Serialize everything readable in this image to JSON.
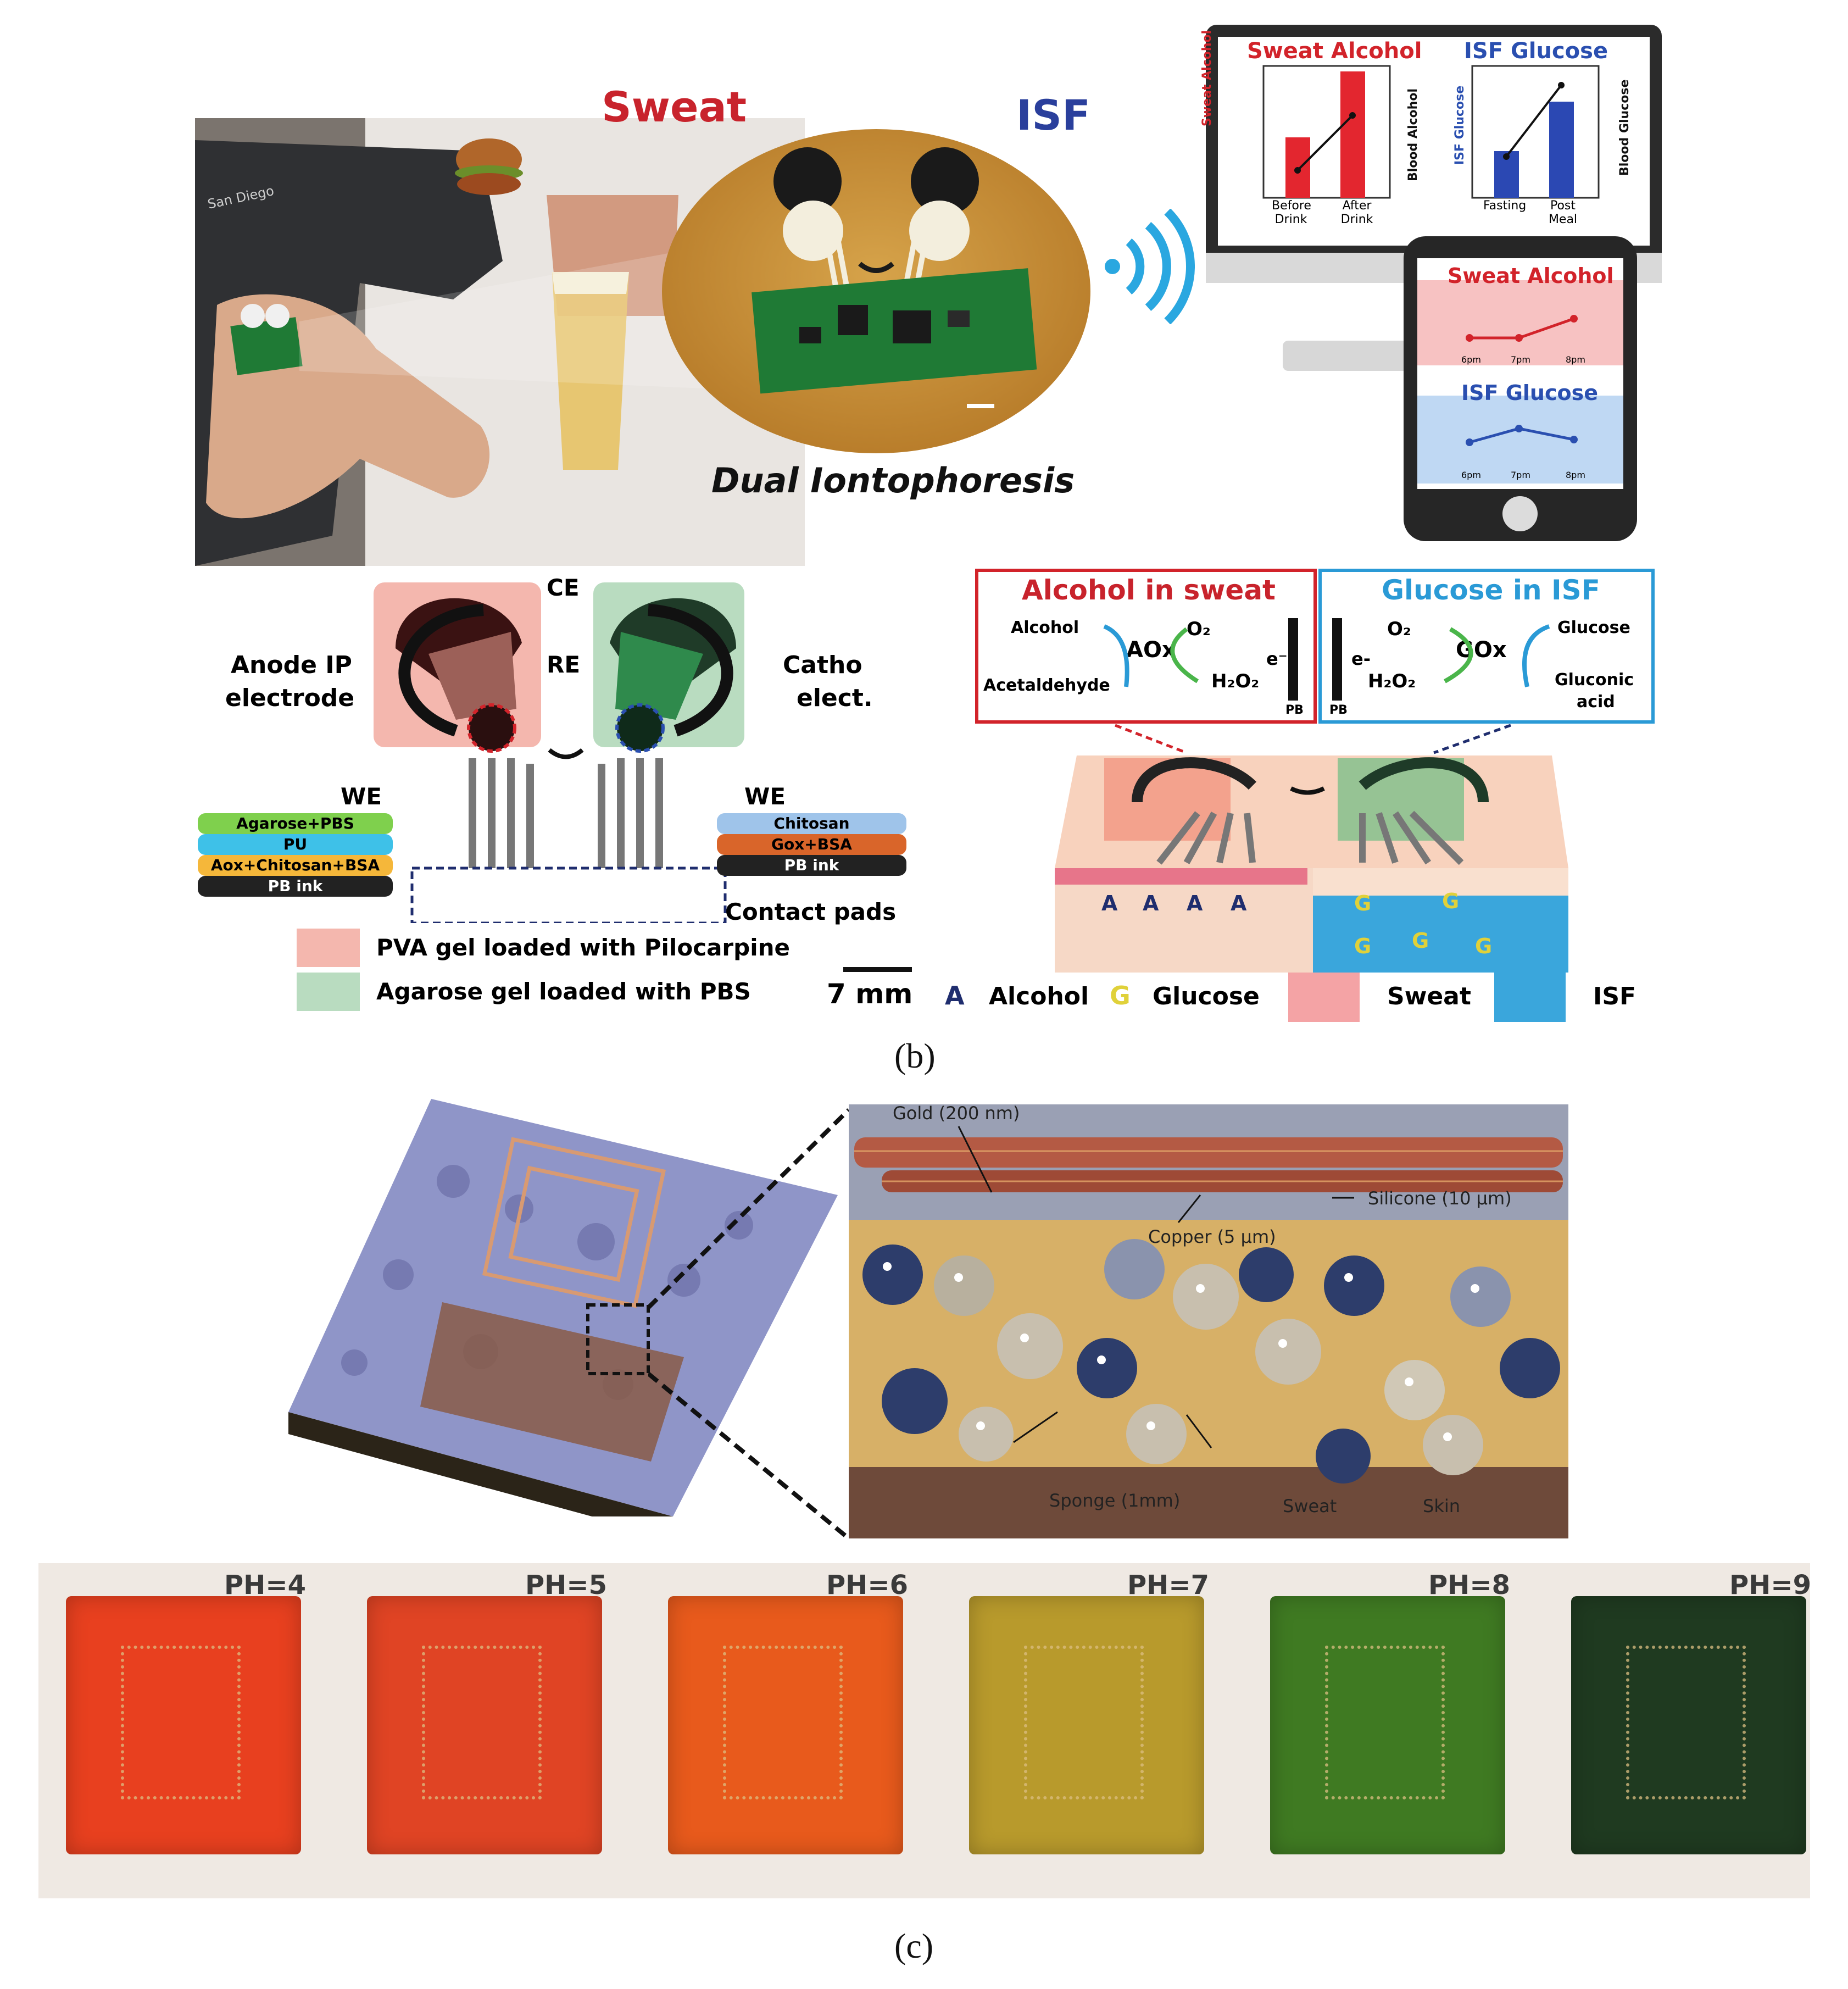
{
  "figure_b": {
    "label": "(b)",
    "photo": {
      "shirt_text": "San Diego"
    },
    "patch": {
      "left_title": "Sweat",
      "right_title": "ISF",
      "caption": "Dual Iontophoresis"
    },
    "monitor": {
      "chart1_title": "Sweat Alcohol",
      "chart1_ylabel": "Sweat Alcohol",
      "chart1_y2label": "Blood Alcohol",
      "chart1_cats": [
        "Before Drink",
        "After Drink"
      ],
      "chart2_title": "ISF Glucose",
      "chart2_ylabel": "ISF Glucose",
      "chart2_y2label": "Blood Glucose",
      "chart2_cats": [
        "Fasting",
        "Post Meal"
      ]
    },
    "phone": {
      "chart1_title": "Sweat Alcohol",
      "chart2_title": "ISF Glucose",
      "times": [
        "6pm",
        "7pm",
        "8pm"
      ]
    },
    "schematic": {
      "ce": "CE",
      "re": "RE",
      "anode_line1": "Anode IP",
      "anode_line2": "electrode",
      "cathode_line1": "Catho",
      "cathode_line2": "elect.",
      "we_left": "WE",
      "we_right": "WE",
      "left_stack": [
        "Agarose+PBS",
        "PU",
        "Aox+Chitosan+BSA",
        "PB ink"
      ],
      "right_stack": [
        "Chitosan",
        "Gox+BSA",
        "PB ink"
      ],
      "contact_pads": "Contact pads",
      "legend_pva": "PVA gel loaded with Pilocarpine",
      "legend_agarose": "Agarose gel loaded with PBS",
      "scale": "7 mm"
    },
    "alcohol_box": {
      "title": "Alcohol in sweat",
      "alcohol": "Alcohol",
      "enzyme": "AOx",
      "o2": "O₂",
      "acetaldehyde": "Acetaldehyde",
      "h2o2": "H₂O₂",
      "electron": "e⁻",
      "pb": "PB"
    },
    "glucose_box": {
      "title": "Glucose in ISF",
      "o2": "O₂",
      "enzyme": "GOx",
      "glucose": "Glucose",
      "electron": "e-",
      "h2o2": "H₂O₂",
      "gluconic1": "Gluconic",
      "gluconic2": "acid",
      "pb": "PB"
    },
    "legend2": {
      "a_symbol": "A",
      "alcohol": "Alcohol",
      "g_symbol": "G",
      "glucose": "Glucose",
      "sweat": "Sweat",
      "isf": "ISF"
    }
  },
  "figure_c": {
    "label": "(c)",
    "zoom_labels": {
      "gold": "Gold (200 nm)",
      "silicone": "Silicone (10 μm)",
      "copper": "Copper (5 μm)",
      "sponge": "Sponge (1mm)",
      "sweat": "Sweat",
      "skin": "Skin"
    },
    "ph_samples": [
      {
        "label": "PH=4",
        "color": "#e8401f"
      },
      {
        "label": "PH=5",
        "color": "#e04424"
      },
      {
        "label": "PH=6",
        "color": "#e85a1c"
      },
      {
        "label": "PH=7",
        "color": "#b89a2c"
      },
      {
        "label": "PH=8",
        "color": "#3f7a22"
      },
      {
        "label": "PH=9",
        "color": "#1f3a20"
      }
    ]
  },
  "colors": {
    "sweat_red": "#d2232a",
    "isf_blue": "#2a4fb0",
    "pva_pink": "#f4b7ae",
    "agarose_green": "#b9dcc0",
    "pcb_green": "#1f7a35"
  }
}
